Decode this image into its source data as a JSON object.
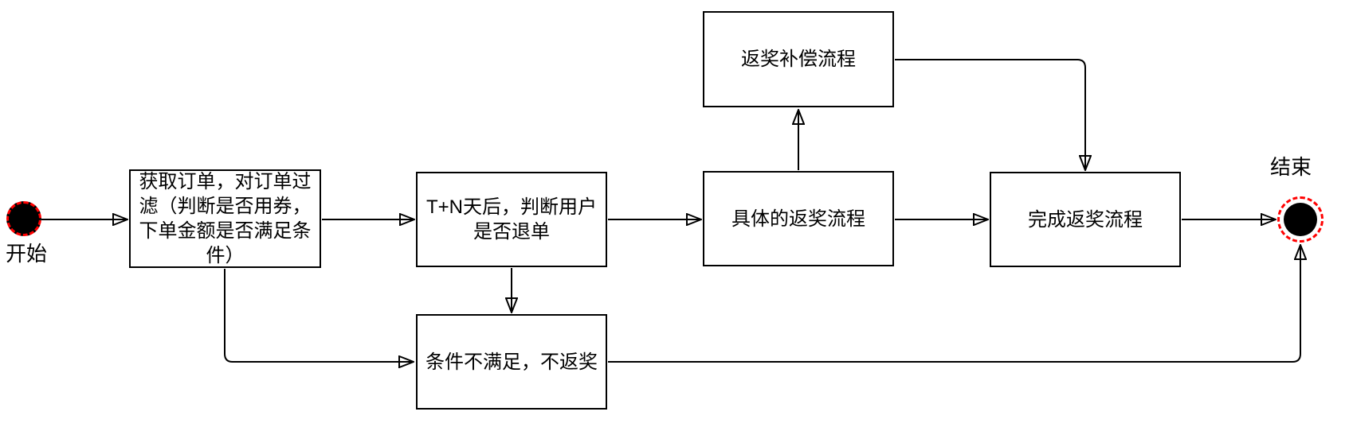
{
  "diagram": {
    "type": "flowchart",
    "colors": {
      "background": "#ffffff",
      "stroke": "#000000",
      "node_fill": "#ffffff",
      "text": "#000000",
      "terminal_fill": "#000000",
      "terminal_accent": "#ff0000"
    },
    "terminals": {
      "start": {
        "label": "开始"
      },
      "end": {
        "label": "结束"
      }
    },
    "nodes": [
      {
        "id": "filter-order",
        "label": "获取订单，对订单过滤（判断是否用券，下单金额是否满足条件）"
      },
      {
        "id": "wait-tn-days",
        "label": "T+N天后，判断用户是否退单"
      },
      {
        "id": "reward-compensation",
        "label": "返奖补偿流程"
      },
      {
        "id": "reward-process",
        "label": "具体的返奖流程"
      },
      {
        "id": "complete-reward",
        "label": "完成返奖流程"
      },
      {
        "id": "no-reward",
        "label": "条件不满足，不返奖"
      }
    ],
    "edges": [
      {
        "from": "start",
        "to": "filter-order"
      },
      {
        "from": "filter-order",
        "to": "wait-tn-days"
      },
      {
        "from": "wait-tn-days",
        "to": "reward-process"
      },
      {
        "from": "reward-process",
        "to": "reward-compensation"
      },
      {
        "from": "reward-compensation",
        "to": "complete-reward"
      },
      {
        "from": "reward-process",
        "to": "complete-reward"
      },
      {
        "from": "wait-tn-days",
        "to": "no-reward"
      },
      {
        "from": "filter-order",
        "to": "no-reward"
      },
      {
        "from": "no-reward",
        "to": "end"
      },
      {
        "from": "complete-reward",
        "to": "end"
      }
    ]
  }
}
